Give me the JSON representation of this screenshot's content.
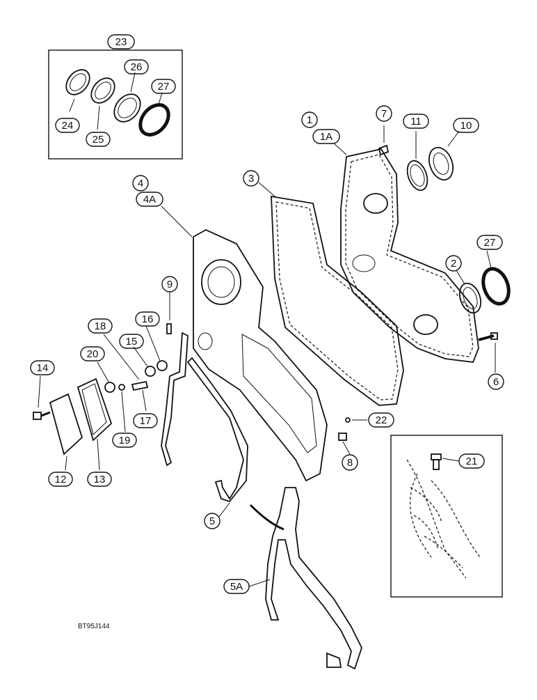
{
  "figure_code": "BT95J144",
  "callouts": {
    "c1": "1",
    "c1a": "1A",
    "c2": "2",
    "c3": "3",
    "c4": "4",
    "c4a": "4A",
    "c5": "5",
    "c5a": "5A",
    "c6": "6",
    "c7": "7",
    "c8": "8",
    "c9": "9",
    "c10": "10",
    "c11": "11",
    "c12": "12",
    "c13": "13",
    "c14": "14",
    "c15": "15",
    "c16": "16",
    "c17": "17",
    "c18": "18",
    "c19": "19",
    "c20": "20",
    "c21": "21",
    "c22": "22",
    "c23": "23",
    "c24": "24",
    "c25": "25",
    "c26": "26",
    "c27a": "27",
    "c27b": "27"
  }
}
